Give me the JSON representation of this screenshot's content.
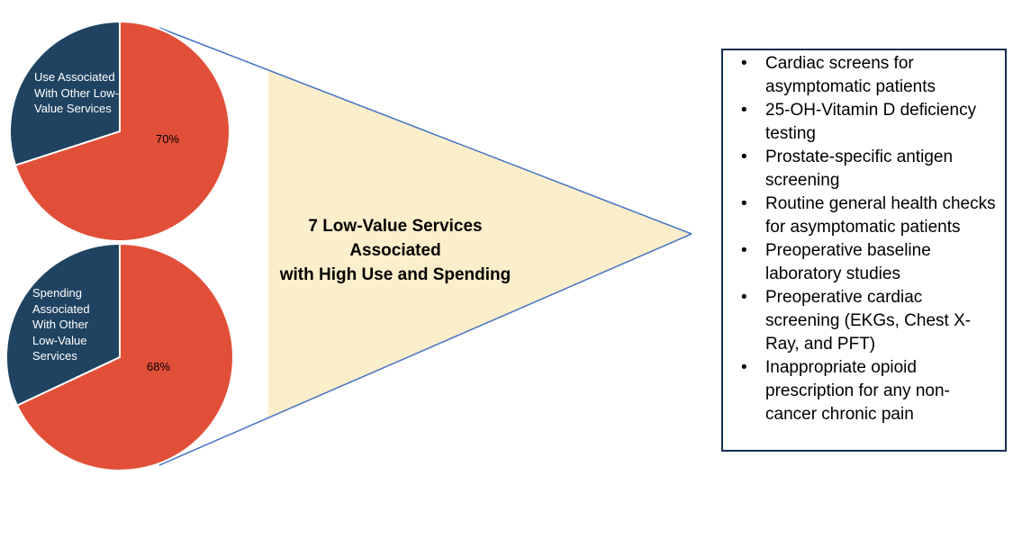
{
  "colors": {
    "red": "#E14F38",
    "navy": "#1F4361",
    "arrow_fill": "#FBEECB",
    "line_blue": "#4472C4",
    "box_border": "#122E4F",
    "slice_label_text": "#FFFFFF",
    "value_label_text": "#000000"
  },
  "chart_data": [
    {
      "type": "pie",
      "name": "use-pie",
      "values": [
        70,
        30
      ],
      "colors": [
        "#E14F38",
        "#1F4361"
      ],
      "data_label": "70%",
      "other_slice_label": "Use Associated With Other Low-Value Services",
      "start_angle": 0,
      "direction": "clockwise",
      "legend": "none"
    },
    {
      "type": "pie",
      "name": "spending-pie",
      "values": [
        68,
        32
      ],
      "colors": [
        "#E14F38",
        "#1F4361"
      ],
      "data_label": "68%",
      "other_slice_label": "Spending Associated With Other Low-Value Services",
      "start_angle": 0,
      "direction": "clockwise",
      "legend": "none"
    }
  ],
  "arrow": {
    "title_line1": "7 Low-Value Services Associated",
    "title_line2": "with High Use and Spending"
  },
  "panel": {
    "items": [
      "Cardiac screens for asymptomatic patients",
      "25-OH-Vitamin D deficiency testing",
      "Prostate-specific antigen screening",
      "Routine general health checks for asymptomatic patients",
      "Preoperative baseline laboratory studies",
      "Preoperative cardiac screening (EKGs, Chest X-Ray, and PFT)",
      "Inappropriate opioid prescription for any non-cancer chronic pain"
    ]
  }
}
